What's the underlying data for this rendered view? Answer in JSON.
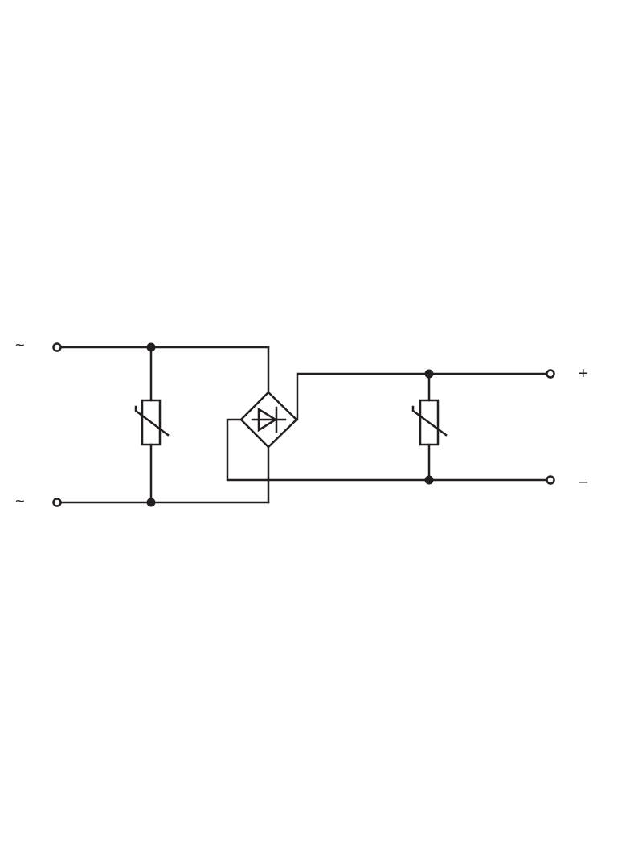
{
  "diagram": {
    "type": "circuit-schematic",
    "description": "AC input with varistor, bridge rectifier, DC output with varistor",
    "stroke_color": "#231f20",
    "background": "#ffffff",
    "terminals": {
      "ac_top": {
        "label": "~"
      },
      "ac_bottom": {
        "label": "~"
      },
      "dc_plus": {
        "label": "+"
      },
      "dc_minus": {
        "label": "–"
      }
    },
    "components": [
      {
        "id": "varistor-input",
        "kind": "varistor"
      },
      {
        "id": "bridge-rectifier",
        "kind": "bridge-rectifier"
      },
      {
        "id": "varistor-output",
        "kind": "varistor"
      }
    ]
  }
}
